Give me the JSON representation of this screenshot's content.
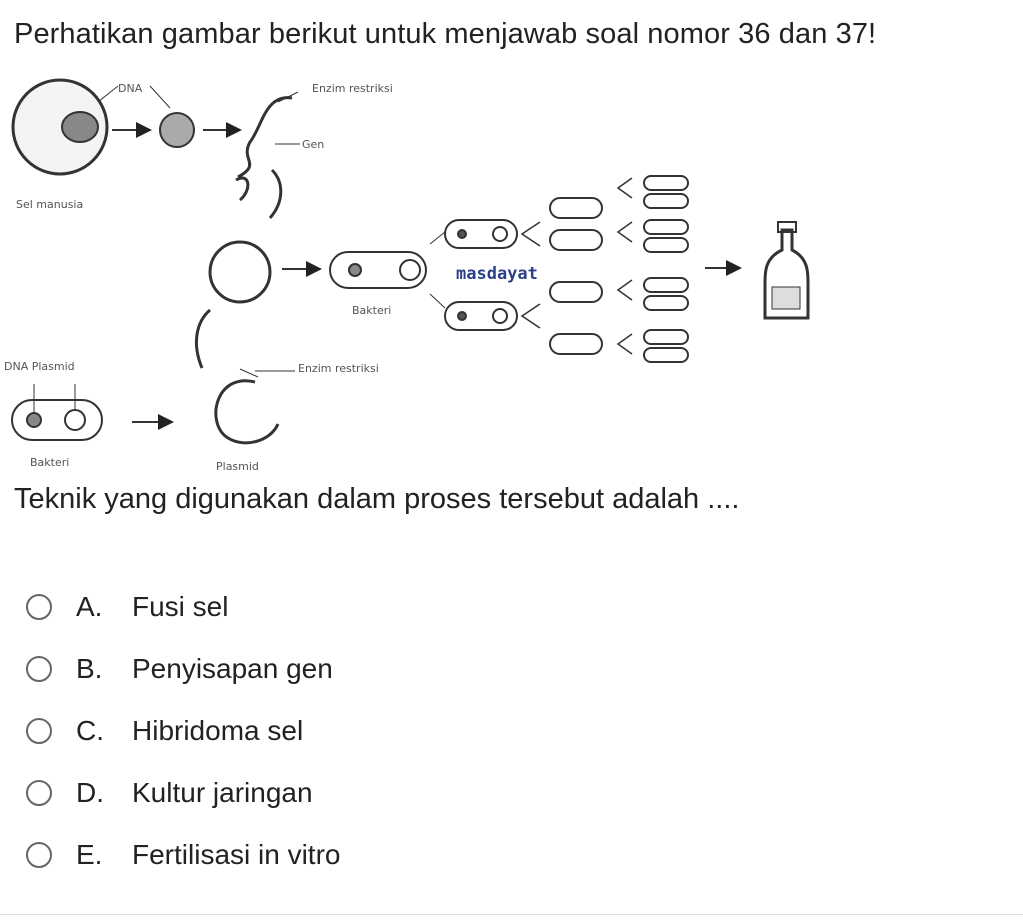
{
  "prompt": "Perhatikan gambar berikut untuk menjawab soal nomor 36 dan 37!",
  "figure": {
    "labels": {
      "dna": "DNA",
      "enzim_top": "Enzim restriksi",
      "gen": "Gen",
      "sel_manusia": "Sel manusia",
      "bakteri_mid": "Bakteri",
      "masdayat": "masdayat",
      "dna_plasmid": "DNA Plasmid",
      "enzim_bottom": "Enzim restriksi",
      "bakteri_bottom": "Bakteri",
      "plasmid": "Plasmid"
    }
  },
  "question": "Teknik yang digunakan dalam proses tersebut adalah ....",
  "options": [
    {
      "letter": "A.",
      "text": "Fusi sel"
    },
    {
      "letter": "B.",
      "text": "Penyisapan gen"
    },
    {
      "letter": "C.",
      "text": "Hibridoma sel"
    },
    {
      "letter": "D.",
      "text": "Kultur jaringan"
    },
    {
      "letter": "E.",
      "text": "Fertilisasi in vitro"
    }
  ]
}
